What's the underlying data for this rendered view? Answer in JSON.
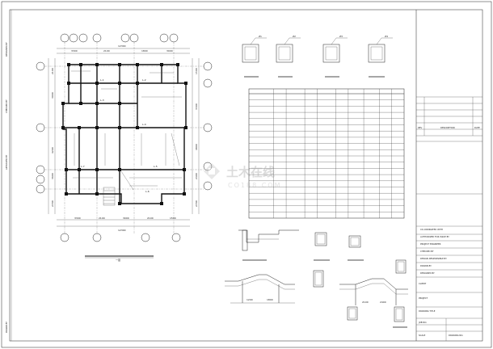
{
  "sheet": {
    "side_labels": [
      "DESIGNED BY",
      "CHECKED BY",
      "APPROVED BY",
      "DRAWN BY"
    ]
  },
  "plan": {
    "dims_top": [
      "3300",
      "2100",
      "1800",
      "3000"
    ],
    "dims_bottom": [
      "3300",
      "2100",
      "3000",
      "2100",
      "1500"
    ],
    "total_top": "12300",
    "total_bottom": "12300",
    "dims_left": [
      "2100",
      "3000",
      "4200",
      "3600",
      "2700"
    ],
    "dims_right": [
      "1500",
      "3300",
      "4800",
      "2400",
      "2700"
    ],
    "beam_labels": [
      "L-1",
      "L-2",
      "L-3",
      "L-4",
      "L-5",
      "L-6",
      "L-7"
    ],
    "caption": "一层"
  },
  "sections": {
    "top_labels": [
      "Z1",
      "Z2",
      "Z3",
      "Z4"
    ],
    "bottom_labels": [
      "1200",
      "1800",
      "2100",
      "2400"
    ]
  },
  "table": {
    "rows": 20,
    "cols": 10
  },
  "title_block": {
    "labels": [
      "REV",
      "DESCRIPTION",
      "DATE",
      "CO-ORDINATED WITH",
      "AUTHORIZED FOR ISSUE BY",
      "PROJECT ENGINEER",
      "CHECKED BY",
      "DESIGN RESPONSIBLE BY",
      "DRAWN BY",
      "DESIGNED BY",
      "CLIENT",
      "PROJECT",
      "DRAWING TITLE",
      "JOB NO.",
      "SCALE",
      "DRAWING NO."
    ]
  },
  "watermark": {
    "cn": "土木在线",
    "en": "CO188.COM"
  }
}
